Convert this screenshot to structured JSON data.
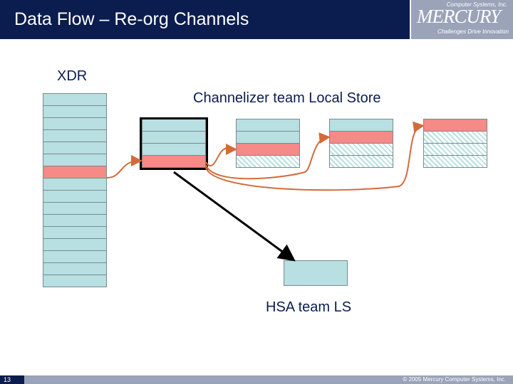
{
  "slide": {
    "title": "Data Flow – Re-org Channels",
    "page_number": "13",
    "copyright": "© 2005 Mercury Computer Systems, Inc."
  },
  "logo": {
    "small_text": "Computer Systems, Inc.",
    "main_text": "MERCURY",
    "tagline": "Challenges Drive Innovation"
  },
  "labels": {
    "xdr": "XDR",
    "channelizer": "Channelizer team Local Store",
    "hsa": "HSA team LS"
  },
  "colors": {
    "title_bar": "#0b1d4e",
    "cell_fill": "#b8dfe2",
    "highlight_fill": "#f58a86",
    "flow_arrow": "#d46a3a",
    "hsa_arrow": "#000000"
  }
}
